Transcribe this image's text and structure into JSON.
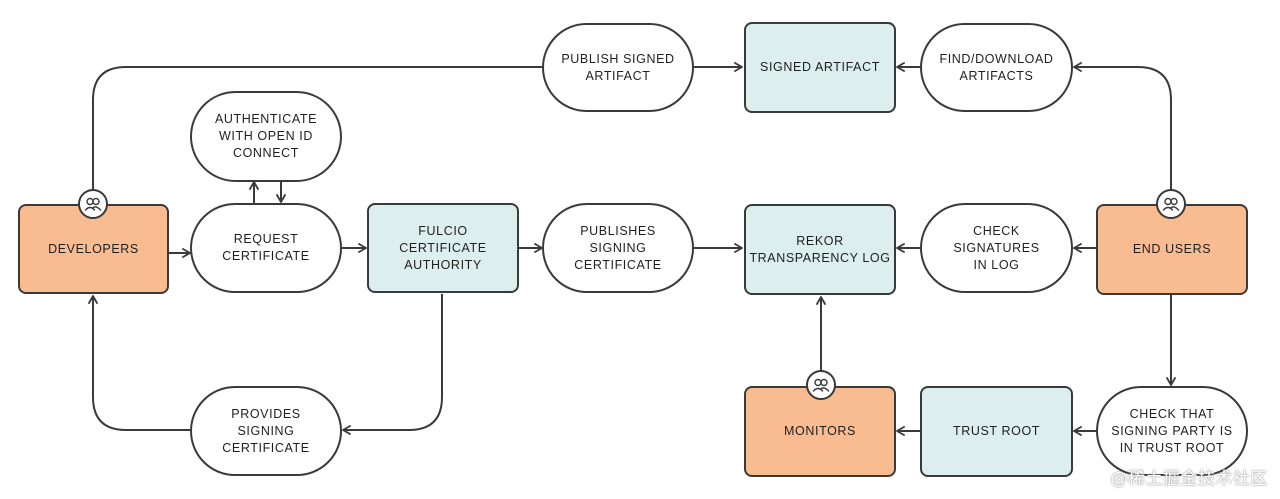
{
  "nodes": {
    "developers": "DEVELOPERS",
    "authenticate": "AUTHENTICATE\nWITH OPEN ID\nCONNECT",
    "request_certificate": "REQUEST\nCERTIFICATE",
    "fulcio": "FULCIO\nCERTIFICATE\nAUTHORITY",
    "publishes_signing_certificate": "PUBLISHES\nSIGNING\nCERTIFICATE",
    "rekor": "REKOR\nTRANSPARENCY LOG",
    "check_signatures": "CHECK\nSIGNATURES\nIN LOG",
    "end_users": "END USERS",
    "publish_signed_artifact": "PUBLISH SIGNED\nARTIFACT",
    "signed_artifact": "SIGNED ARTIFACT",
    "find_download": "FIND/DOWNLOAD\nARTIFACTS",
    "provides_signing_certificate": "PROVIDES\nSIGNING\nCERTIFICATE",
    "monitors": "MONITORS",
    "trust_root": "TRUST ROOT",
    "check_trust_root": "CHECK THAT\nSIGNING PARTY IS\nIN TRUST ROOT"
  },
  "watermark": "@稀土掘金技术社区",
  "colors": {
    "actor_fill": "#f9bb90",
    "system_fill": "#dceeee",
    "step_fill": "#ffffff",
    "stroke": "#3a3a3a"
  },
  "icons": {
    "actor_badge": "people-icon"
  }
}
